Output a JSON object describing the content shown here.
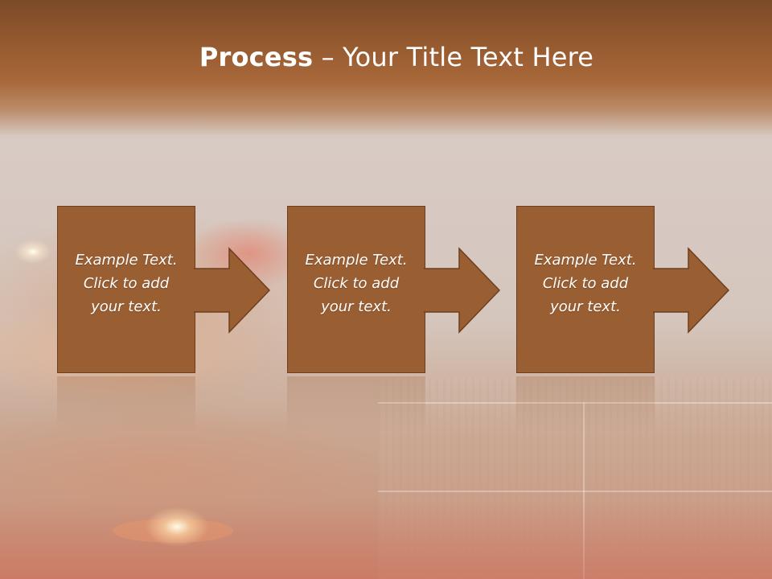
{
  "slide": {
    "title_bold": "Process",
    "title_rest": " – Your Title Text Here"
  },
  "colors": {
    "header": "#94592f",
    "box_fill": "#9a5e33",
    "box_border": "#6e3f1f",
    "text": "#ffffff"
  },
  "steps": [
    {
      "text": "Example Text.\nClick  to add\nyour text."
    },
    {
      "text": "Example Text.\nClick  to add\nyour text."
    },
    {
      "text": "Example Text.\nClick  to add\nyour text."
    }
  ]
}
